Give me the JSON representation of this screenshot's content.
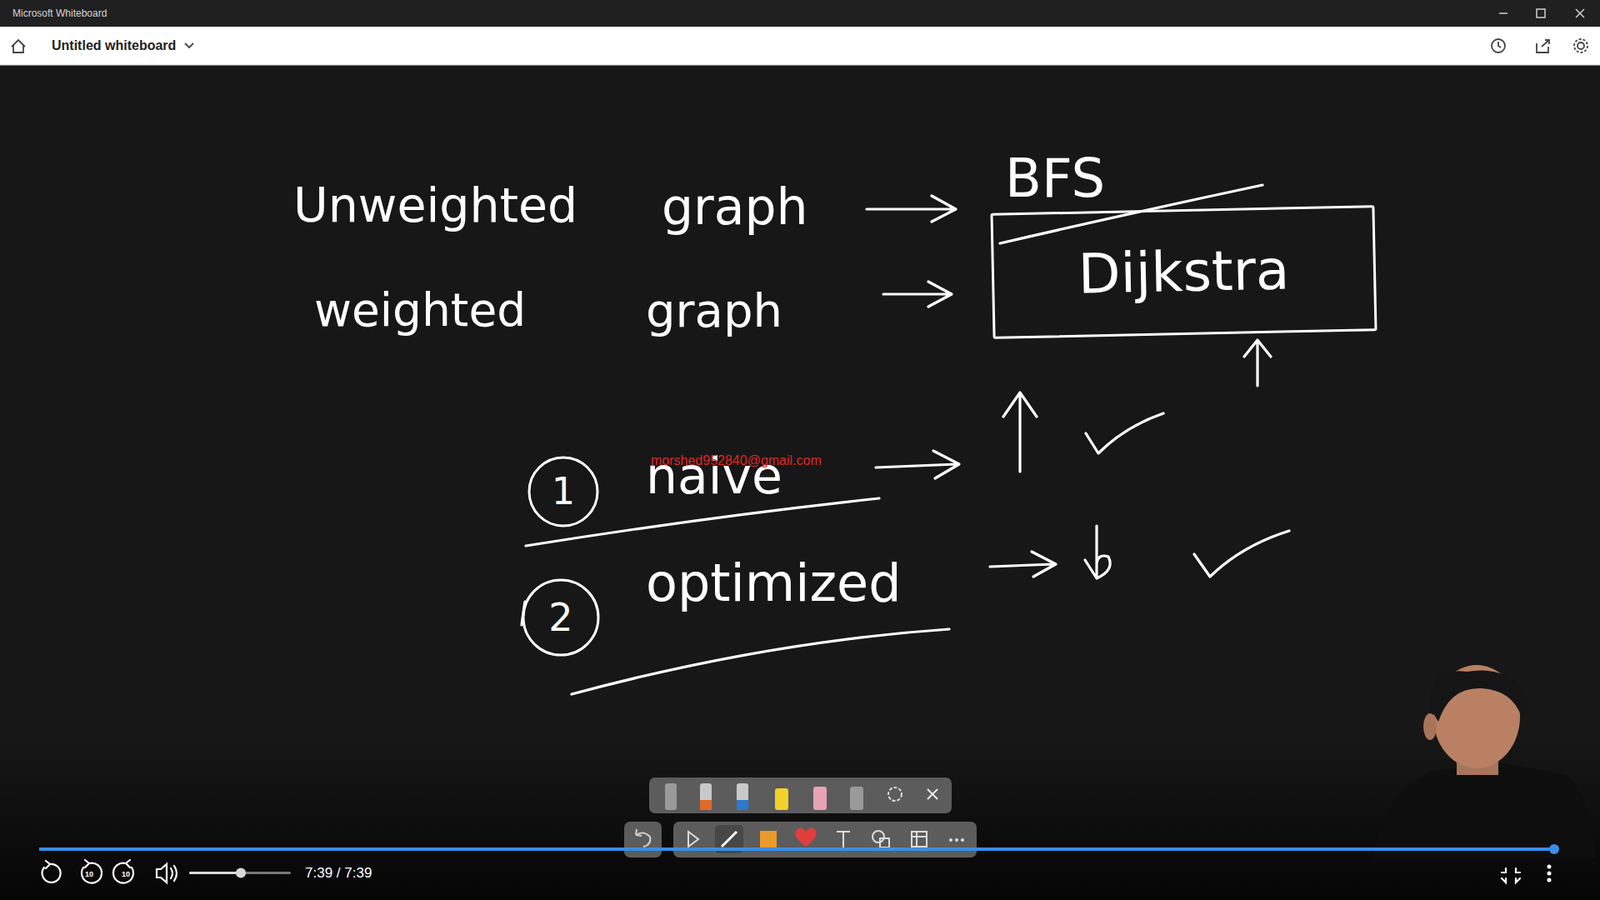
{
  "diagram": {
    "nodes": [
      {
        "text": [
          "Dijkstra"
        ]
      },
      {
        "text": [
          "1"
        ]
      },
      {
        "text": [
          "2"
        ]
      }
    ],
    "labels": [
      "Microsoft Whiteboard",
      "Untitled whiteboard",
      "Unweighted",
      "graph",
      "BFS",
      "weighted",
      "graph",
      "naive",
      "optimized",
      "morshed952840@gmail.com",
      "10",
      "10",
      "7:39 / 7:39"
    ]
  }
}
